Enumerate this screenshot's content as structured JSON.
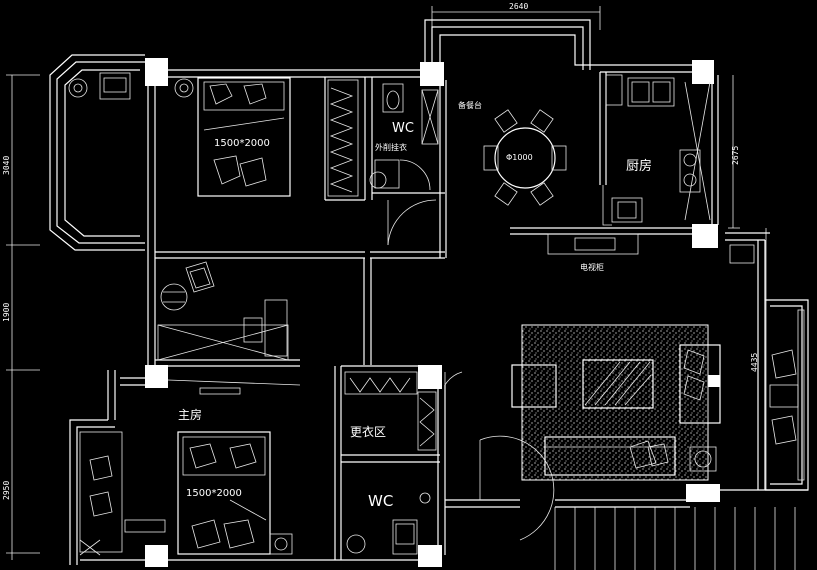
{
  "plan": {
    "dims": {
      "top": "2640",
      "left_upper": "3040",
      "left_middle": "1900",
      "left_lower": "2950",
      "right_kitchen": "2675",
      "right_living": "4435"
    },
    "rooms": {
      "kitchen": "厨房",
      "master_bedroom": "主房",
      "dressing_area": "更衣区",
      "wc_upper": "WC",
      "wc_lower": "WC",
      "outdoor_washer": "外削挂衣",
      "vanity": "备餐台",
      "tv_cabinet": "电视柜"
    },
    "beds": {
      "upper": "1500*2000",
      "lower": "1500*2000"
    },
    "table_label": "Φ1000"
  },
  "colors": {
    "background": "#000000",
    "lines": "#ffffff"
  }
}
